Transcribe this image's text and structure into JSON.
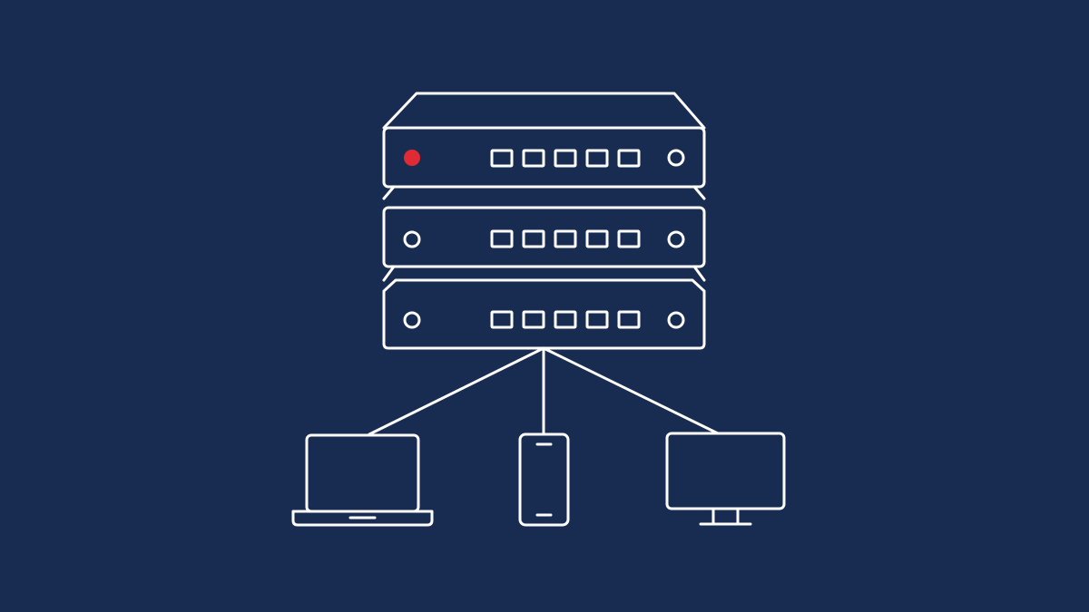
{
  "colors": {
    "background": "#172c50",
    "stroke": "#ffffff",
    "status_led": "#e02b34"
  },
  "diagram": {
    "hub": {
      "icon": "server-rack-icon",
      "units": [
        {
          "name": "server-unit-1",
          "left_indicator": "status-led",
          "status": "active",
          "port_count": 5
        },
        {
          "name": "server-unit-2",
          "left_indicator": "button",
          "status": "idle",
          "port_count": 5
        },
        {
          "name": "server-unit-3",
          "left_indicator": "button",
          "status": "idle",
          "port_count": 5
        }
      ]
    },
    "devices": [
      {
        "name": "laptop",
        "icon": "laptop-icon"
      },
      {
        "name": "smartphone",
        "icon": "smartphone-icon"
      },
      {
        "name": "desktop-monitor",
        "icon": "monitor-icon"
      }
    ],
    "connections": [
      {
        "from": "server-rack",
        "to": "laptop"
      },
      {
        "from": "server-rack",
        "to": "smartphone"
      },
      {
        "from": "server-rack",
        "to": "desktop-monitor"
      }
    ]
  }
}
